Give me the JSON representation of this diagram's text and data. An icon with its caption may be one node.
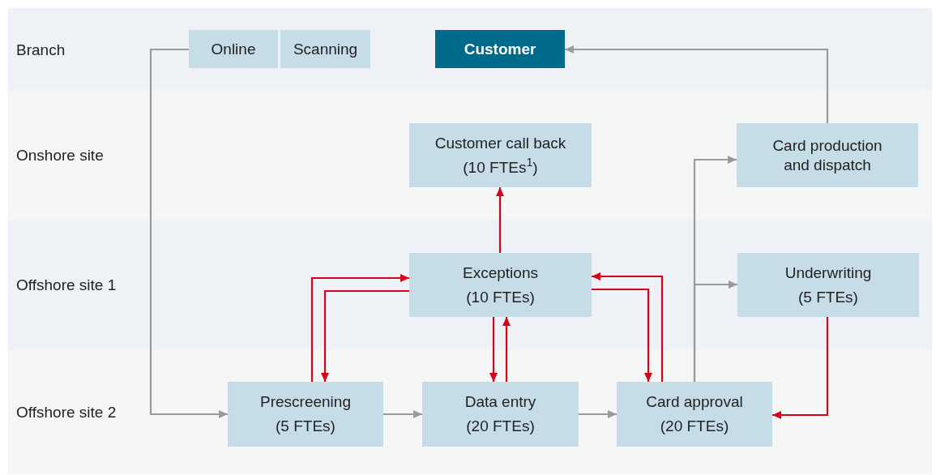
{
  "diagram": {
    "nodes": [
      {
        "text": [
          "Branch"
        ]
      },
      {
        "text": [
          "Online"
        ],
        "in": 0
      },
      {
        "text": [
          "Scanning"
        ],
        "in": 0
      },
      {
        "text": [
          "Customer"
        ],
        "in": 0
      },
      {
        "text": [
          "Onshore site"
        ]
      },
      {
        "text": [
          "Customer call back",
          "(10 FTEs$^{1}$)"
        ],
        "in": 4
      },
      {
        "text": [
          "Card production and dispatch"
        ],
        "in": 4
      },
      {
        "text": [
          "Offshore site 1"
        ]
      },
      {
        "text": [
          "Exceptions",
          "(10 FTEs)"
        ],
        "in": 7
      },
      {
        "text": [
          "Underwriting",
          "(5 FTEs)"
        ],
        "in": 7
      },
      {
        "text": [
          "Offshore site 2"
        ]
      },
      {
        "text": [
          "Prescreening",
          "(5 FTEs)"
        ],
        "in": 10
      },
      {
        "text": [
          "Data entry",
          "(20 FTEs)"
        ],
        "in": 10
      },
      {
        "text": [
          "Card approval",
          "(20 FTEs)"
        ],
        "in": 10
      }
    ],
    "edges": [
      {
        "from": 1,
        "to": 11,
        "arrow": "to",
        "color": "#9a9a9a"
      },
      {
        "from": 11,
        "to": 12,
        "arrow": "to",
        "color": "#9a9a9a"
      },
      {
        "from": 12,
        "to": 13,
        "arrow": "to",
        "color": "#9a9a9a"
      },
      {
        "from": 13,
        "to": 6,
        "arrow": "to",
        "color": "#9a9a9a"
      },
      {
        "from": 13,
        "to": 9,
        "arrow": "to",
        "color": "#9a9a9a"
      },
      {
        "from": 6,
        "to": 3,
        "arrow": "to",
        "color": "#9a9a9a"
      },
      {
        "from": 8,
        "to": 5,
        "arrow": "to"
      },
      {
        "from": 11,
        "to": 8,
        "arrow": "to"
      },
      {
        "from": 8,
        "to": 11,
        "arrow": "to"
      },
      {
        "from": 8,
        "to": 12,
        "arrow": "to"
      },
      {
        "from": 12,
        "to": 8,
        "arrow": "to"
      },
      {
        "from": 13,
        "to": 8,
        "arrow": "to"
      },
      {
        "from": 8,
        "to": 13,
        "arrow": "to"
      },
      {
        "from": 9,
        "to": 13,
        "arrow": "to"
      }
    ]
  }
}
